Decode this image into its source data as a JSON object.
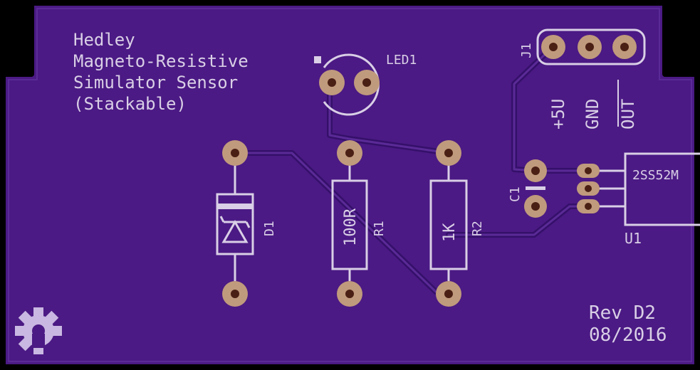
{
  "title_lines": [
    "Hedley",
    "Magneto-Resistive",
    "Simulator Sensor",
    "(Stackable)"
  ],
  "revision": {
    "rev": "Rev D2",
    "date": "08/2016"
  },
  "components": {
    "j1": "J1",
    "led1": "LED1",
    "d1": "D1",
    "r1": "R1",
    "r1_value": "100R",
    "r2": "R2",
    "r2_value": "1K",
    "c1": "C1",
    "u1": "U1",
    "u1_part": "2SS52M"
  },
  "pins": {
    "vcc": "+5U",
    "gnd": "GND",
    "out": "OUT"
  },
  "colors": {
    "board": "#4b1a84",
    "trace": "#5a2a96",
    "outline": "#000000",
    "silkscreen": "#d9cfe6",
    "pad_copper": "#c09a7c",
    "pad_hole": "#4a1f14"
  },
  "icons": [
    "open-hardware-logo-icon"
  ]
}
